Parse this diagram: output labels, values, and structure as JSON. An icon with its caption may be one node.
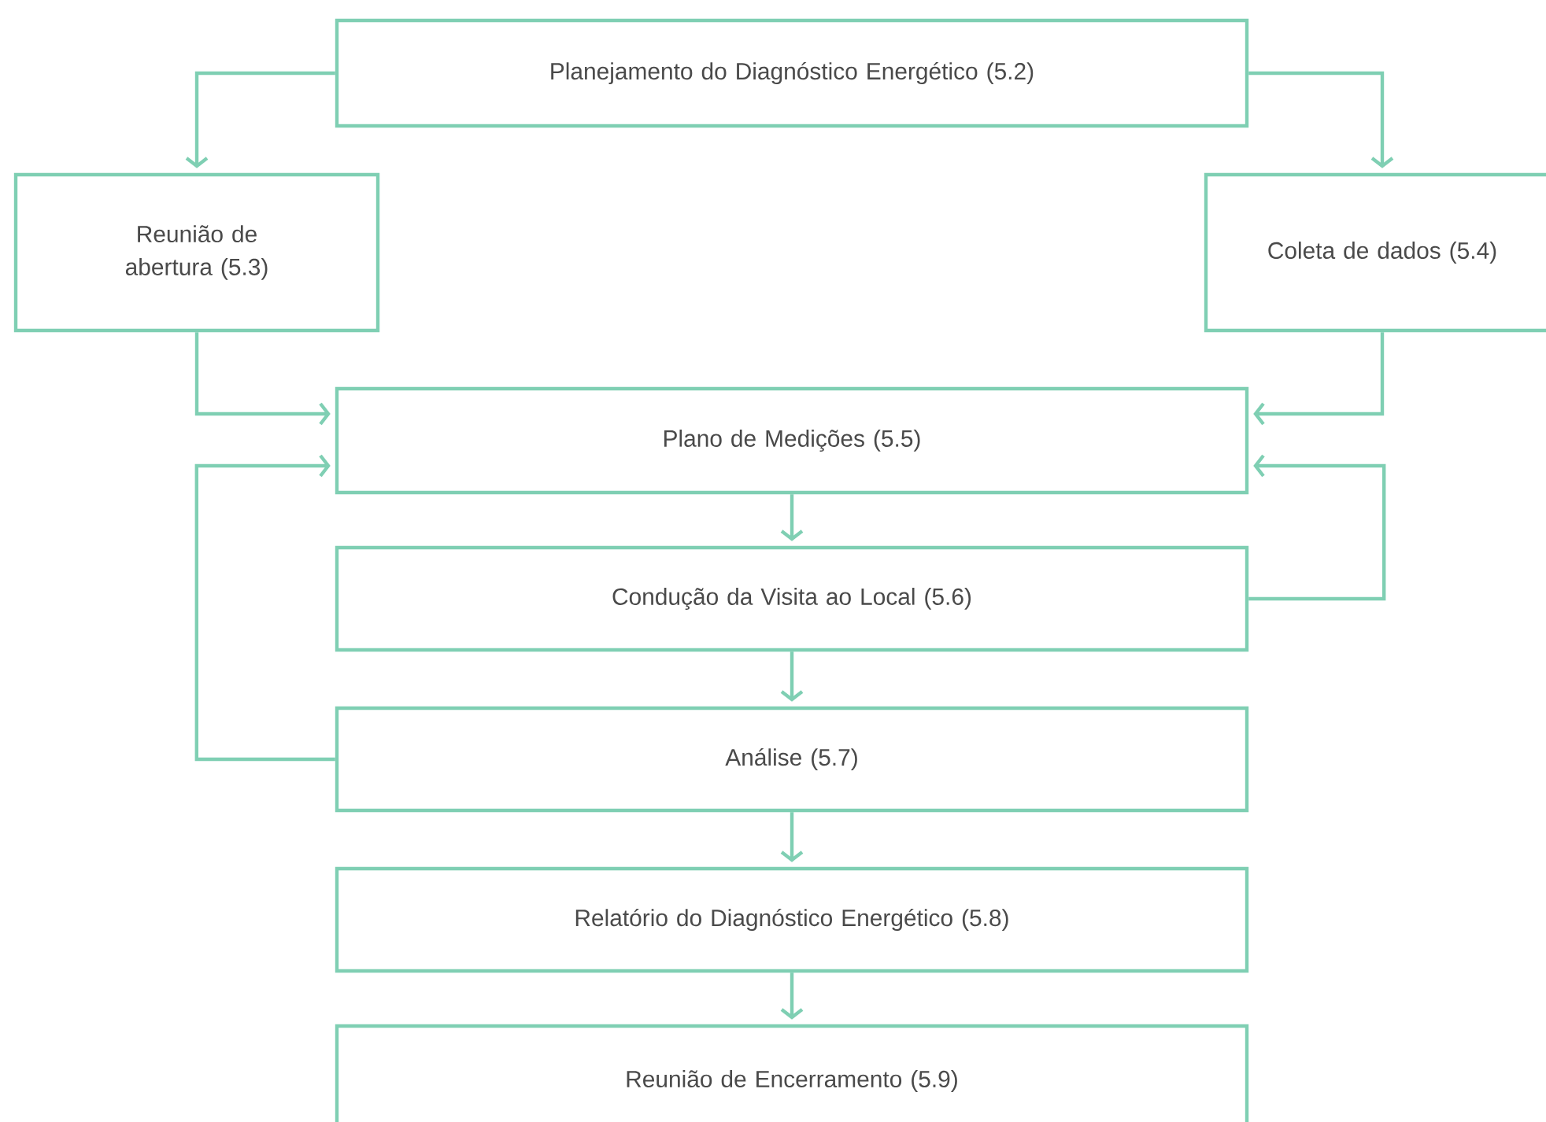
{
  "diagram": {
    "nodes": [
      {
        "text": [
          "Planejamento do Diagnóstico Energético (5.2)"
        ]
      },
      {
        "text": [
          "Reunião de abertura (5.3)"
        ]
      },
      {
        "text": [
          "Coleta de dados (5.4)"
        ]
      },
      {
        "text": [
          "Plano de Medições (5.5)"
        ]
      },
      {
        "text": [
          "Condução da Visita ao Local (5.6)"
        ]
      },
      {
        "text": [
          "Análise (5.7)"
        ]
      },
      {
        "text": [
          "Relatório do Diagnóstico Energético (5.8)"
        ]
      },
      {
        "text": [
          "Reunião de Encerramento (5.9)"
        ]
      }
    ],
    "edges": [
      {
        "from": 0,
        "to": 1,
        "arrow": "to"
      },
      {
        "from": 0,
        "to": 2,
        "arrow": "to"
      },
      {
        "from": 1,
        "to": 3,
        "arrow": "to"
      },
      {
        "from": 2,
        "to": 3,
        "arrow": "to"
      },
      {
        "from": 3,
        "to": 4,
        "arrow": "to"
      },
      {
        "from": 4,
        "to": 3,
        "arrow": "to"
      },
      {
        "from": 5,
        "to": 3,
        "arrow": "to"
      },
      {
        "from": 4,
        "to": 5,
        "arrow": "to"
      },
      {
        "from": 5,
        "to": 6,
        "arrow": "to"
      },
      {
        "from": 6,
        "to": 7,
        "arrow": "to"
      }
    ]
  }
}
